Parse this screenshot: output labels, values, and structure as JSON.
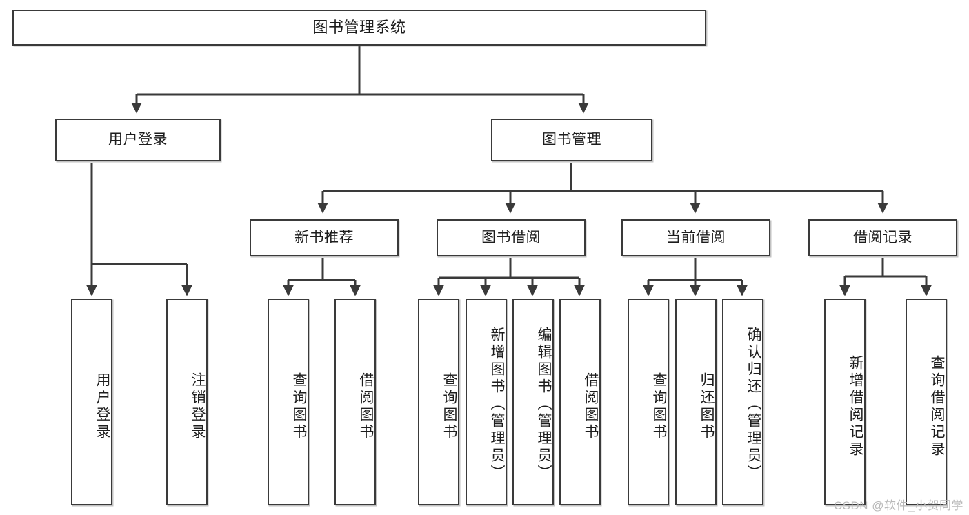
{
  "diagram": {
    "title": "图书管理系统",
    "type": "hierarchy-tree",
    "root": {
      "label": "图书管理系统"
    },
    "level2": [
      {
        "label": "用户登录"
      },
      {
        "label": "图书管理"
      }
    ],
    "level3": [
      {
        "label": "新书推荐"
      },
      {
        "label": "图书借阅"
      },
      {
        "label": "当前借阅"
      },
      {
        "label": "借阅记录"
      }
    ],
    "leaves": {
      "user_login": [
        {
          "label": "用户登录"
        },
        {
          "label": "注销登录"
        }
      ],
      "new_book_recommend": [
        {
          "label": "查询图书"
        },
        {
          "label": "借阅图书"
        }
      ],
      "book_borrow": [
        {
          "label": "查询图书"
        },
        {
          "label": "新增图书（管理员）"
        },
        {
          "label": "编辑图书（管理员）"
        },
        {
          "label": "借阅图书"
        }
      ],
      "current_borrow": [
        {
          "label": "查询图书"
        },
        {
          "label": "归还图书"
        },
        {
          "label": "确认归还（管理员）"
        }
      ],
      "borrow_record": [
        {
          "label": "新增借阅记录"
        },
        {
          "label": "查询借阅记录"
        }
      ]
    }
  },
  "watermark": {
    "text": "CSDN @软件_小贺同学"
  },
  "colors": {
    "stroke": "#3a3a3a",
    "fill": "#ffffff",
    "text": "#1d1d1d",
    "watermark": "#b9b9b9"
  }
}
